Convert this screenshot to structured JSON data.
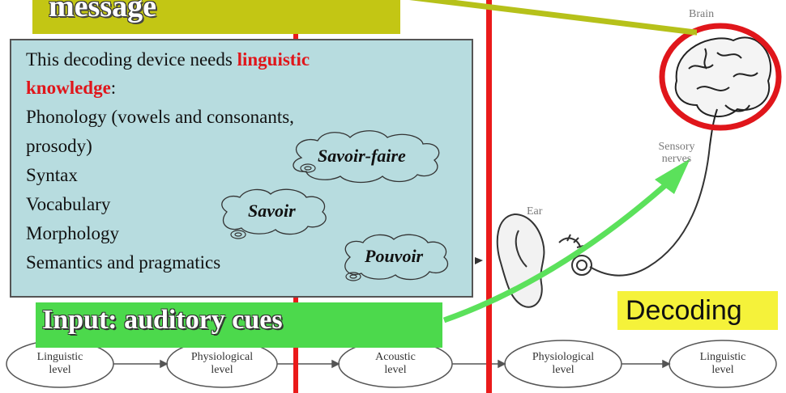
{
  "top_banner": {
    "text": "message"
  },
  "diagram_labels": {
    "brain": "Brain",
    "sensory_nerves": "Sensory\nnerves",
    "ear": "Ear"
  },
  "knowledge_panel": {
    "intro_before": "This decoding device needs ",
    "intro_highlight": "linguistic",
    "highlight_line2": "knowledge",
    "line2_after": ":",
    "items": [
      "Phonology (vowels and consonants,",
      "prosody)",
      "Syntax",
      "Vocabulary",
      "Morphology",
      "Semantics and pragmatics"
    ]
  },
  "clouds": {
    "savoir_faire": "Savoir-faire",
    "savoir": "Savoir",
    "pouvoir": "Pouvoir"
  },
  "input_banner": {
    "text": "Input: auditory cues"
  },
  "decoding_label": {
    "text": "Decoding"
  },
  "levels": [
    {
      "line1": "Linguistic",
      "line2": "level"
    },
    {
      "line1": "Physiological",
      "line2": "level"
    },
    {
      "line1": "Acoustic",
      "line2": "level"
    },
    {
      "line1": "Physiological",
      "line2": "level"
    },
    {
      "line1": "Linguistic",
      "line2": "level"
    }
  ],
  "colors": {
    "panel_bg": "#b7dcdf",
    "highlight_red": "#e0161b",
    "divider_red": "#ea1a1a",
    "banner_olive": "#c3c614",
    "input_green": "#4cd94c",
    "arrow_green": "#5be15b",
    "decoding_yellow": "#f5f23a"
  }
}
